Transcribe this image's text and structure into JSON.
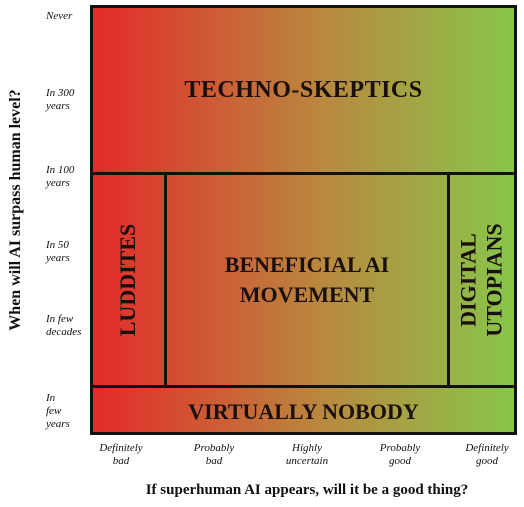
{
  "yaxis": {
    "label": "When will AI surpass human level?",
    "ticks": [
      {
        "lines": [
          "Never"
        ]
      },
      {
        "lines": [
          "In 300",
          "years"
        ]
      },
      {
        "lines": [
          "In 100",
          "years"
        ]
      },
      {
        "lines": [
          "In 50",
          "years"
        ]
      },
      {
        "lines": [
          "In few",
          "decades"
        ]
      },
      {
        "lines": [
          "In",
          "few",
          "years"
        ]
      }
    ]
  },
  "xaxis": {
    "label": "If superhuman AI appears, will it be a good thing?",
    "ticks": [
      {
        "lines": [
          "Definitely",
          "bad"
        ]
      },
      {
        "lines": [
          "Probably",
          "bad"
        ]
      },
      {
        "lines": [
          "Highly",
          "uncertain"
        ]
      },
      {
        "lines": [
          "Probably",
          "good"
        ]
      },
      {
        "lines": [
          "Definitely",
          "good"
        ]
      }
    ]
  },
  "regions": {
    "techno_skeptics": "TECHNO-SKEPTICS",
    "luddites": "LUDDITES",
    "beneficial_ai": [
      "BENEFICIAL AI",
      "MOVEMENT"
    ],
    "digital_utopians": [
      "DIGITAL",
      "UTOPIANS"
    ],
    "virtually_nobody": "VIRTUALLY NOBODY"
  },
  "colors": {
    "bad": "#e42a2a",
    "uncertain": "#b9893f",
    "good": "#88c64a"
  }
}
